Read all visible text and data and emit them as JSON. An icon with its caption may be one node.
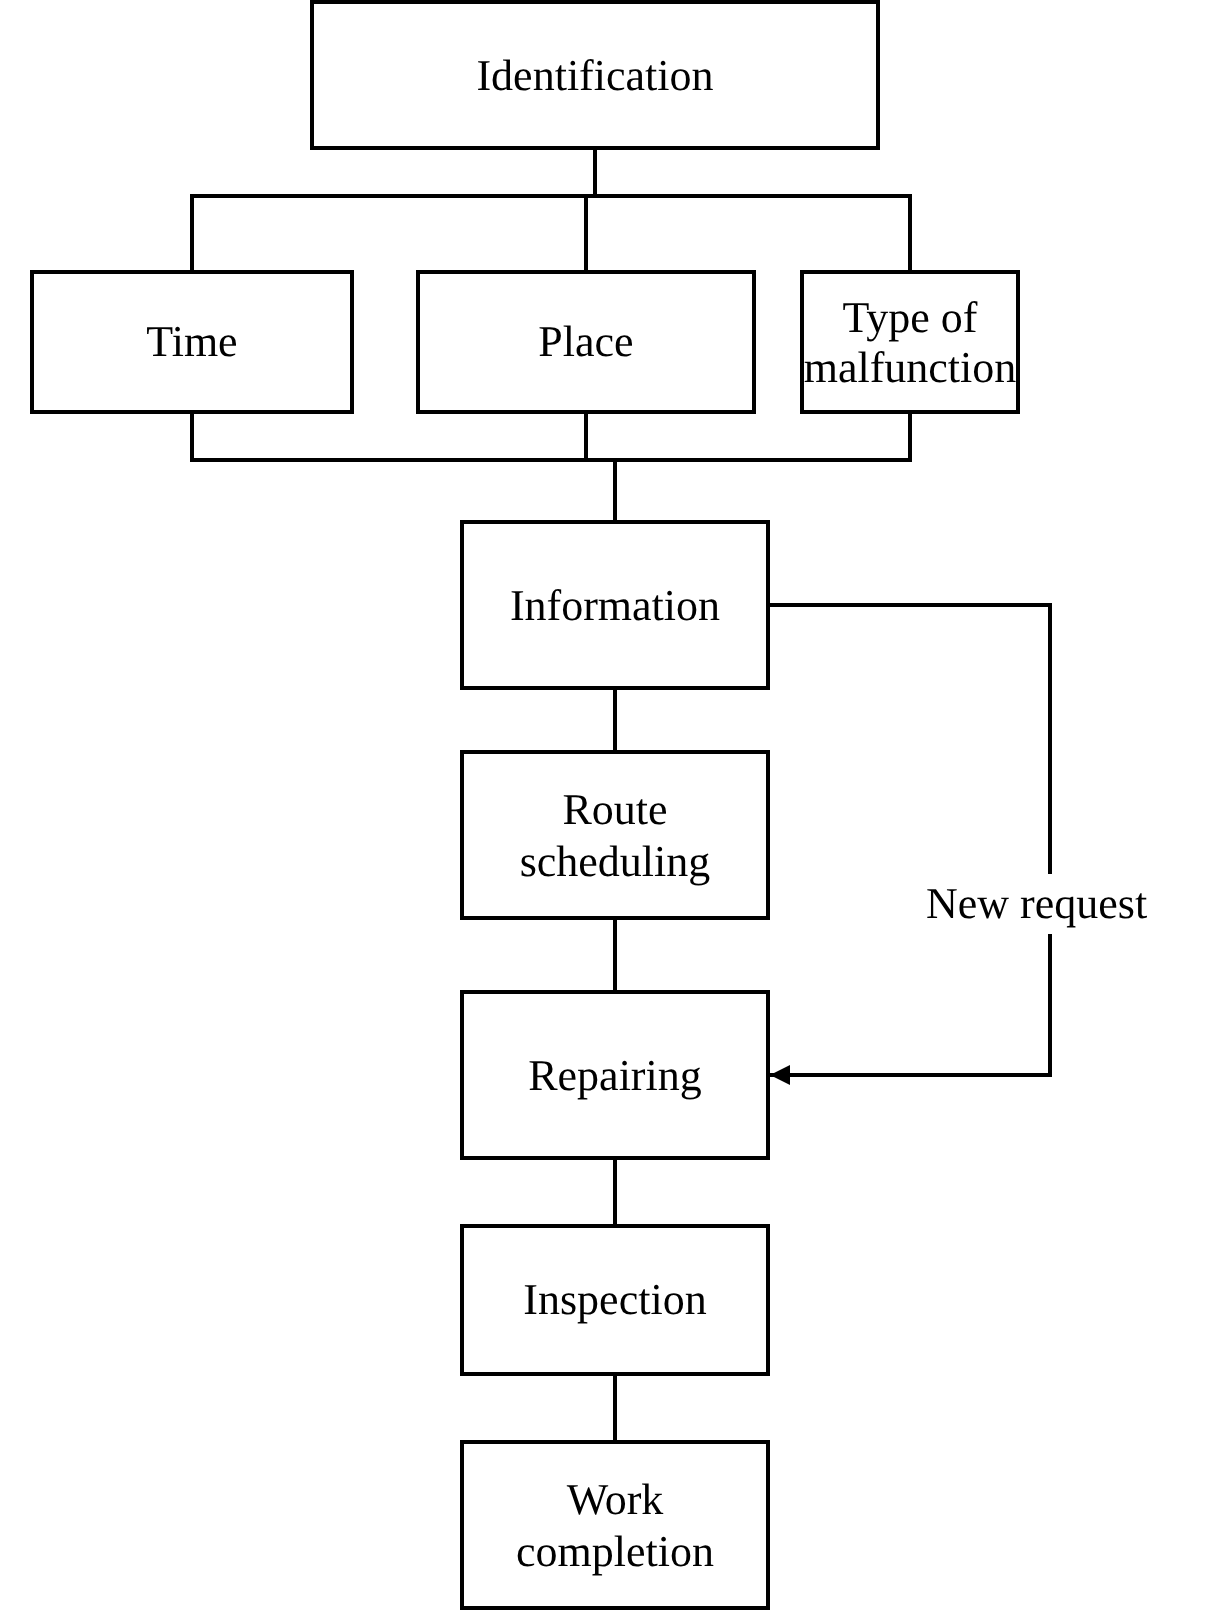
{
  "diagram": {
    "nodes": [
      {
        "text": [
          "Identification"
        ]
      },
      {
        "text": [
          "Time"
        ]
      },
      {
        "text": [
          "Place"
        ]
      },
      {
        "text": [
          "Type of malfunction"
        ]
      },
      {
        "text": [
          "Information"
        ]
      },
      {
        "text": [
          "Route scheduling"
        ]
      },
      {
        "text": [
          "Repairing"
        ]
      },
      {
        "text": [
          "Inspection"
        ]
      },
      {
        "text": [
          "Work completion"
        ]
      }
    ],
    "edges": [
      {
        "from": 0,
        "to": 1,
        "arrow": "none"
      },
      {
        "from": 0,
        "to": 2,
        "arrow": "none"
      },
      {
        "from": 0,
        "to": 3,
        "arrow": "none"
      },
      {
        "from": 1,
        "to": 4,
        "arrow": "none"
      },
      {
        "from": 2,
        "to": 4,
        "arrow": "none"
      },
      {
        "from": 3,
        "to": 4,
        "arrow": "none"
      },
      {
        "from": 4,
        "to": 5,
        "arrow": "none"
      },
      {
        "from": 5,
        "to": 6,
        "arrow": "none"
      },
      {
        "from": 6,
        "to": 7,
        "arrow": "none"
      },
      {
        "from": 7,
        "to": 8,
        "arrow": "none"
      },
      {
        "from": 4,
        "to": 6,
        "arrow": "to",
        "label": "New request"
      }
    ]
  }
}
